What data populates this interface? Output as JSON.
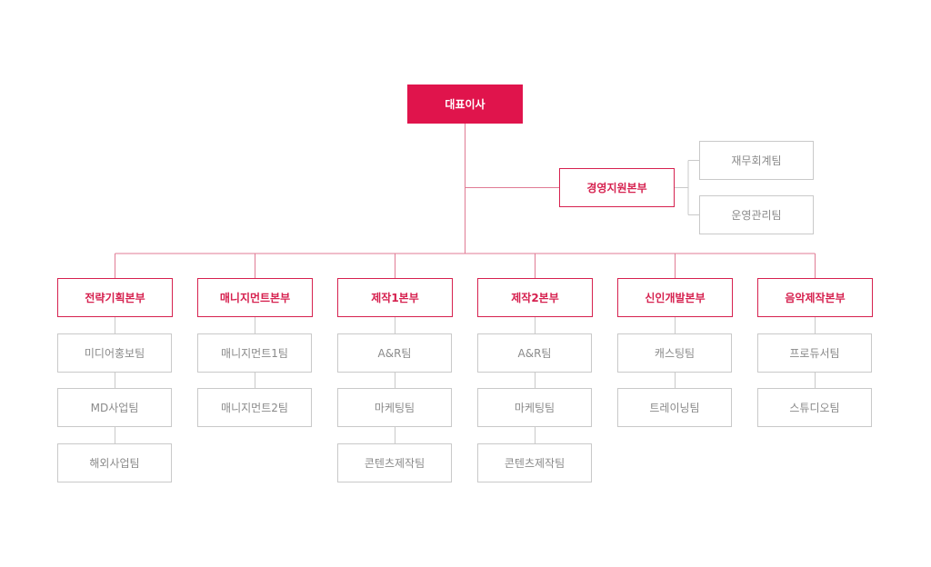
{
  "colors": {
    "accent": "#e0144c",
    "line_accent": "#e07b94",
    "team_border": "#c9c9c9",
    "team_text": "#8a8a8a"
  },
  "ceo": {
    "label": "대표이사"
  },
  "support": {
    "label": "경영지원본부",
    "teams": [
      "재무회계팀",
      "운영관리팀"
    ]
  },
  "divisions": [
    {
      "label": "전략기획본부",
      "teams": [
        "미디어홍보팀",
        "MD사업팀",
        "해외사업팀"
      ]
    },
    {
      "label": "매니지먼트본부",
      "teams": [
        "매니지먼트1팀",
        "매니지먼트2팀"
      ]
    },
    {
      "label": "제작1본부",
      "teams": [
        "A&R팀",
        "마케팅팀",
        "콘텐츠제작팀"
      ]
    },
    {
      "label": "제작2본부",
      "teams": [
        "A&R팀",
        "마케팅팀",
        "콘텐츠제작팀"
      ]
    },
    {
      "label": "신인개발본부",
      "teams": [
        "캐스팅팀",
        "트레이닝팀"
      ]
    },
    {
      "label": "음악제작본부",
      "teams": [
        "프로듀서팀",
        "스튜디오팀"
      ]
    }
  ]
}
